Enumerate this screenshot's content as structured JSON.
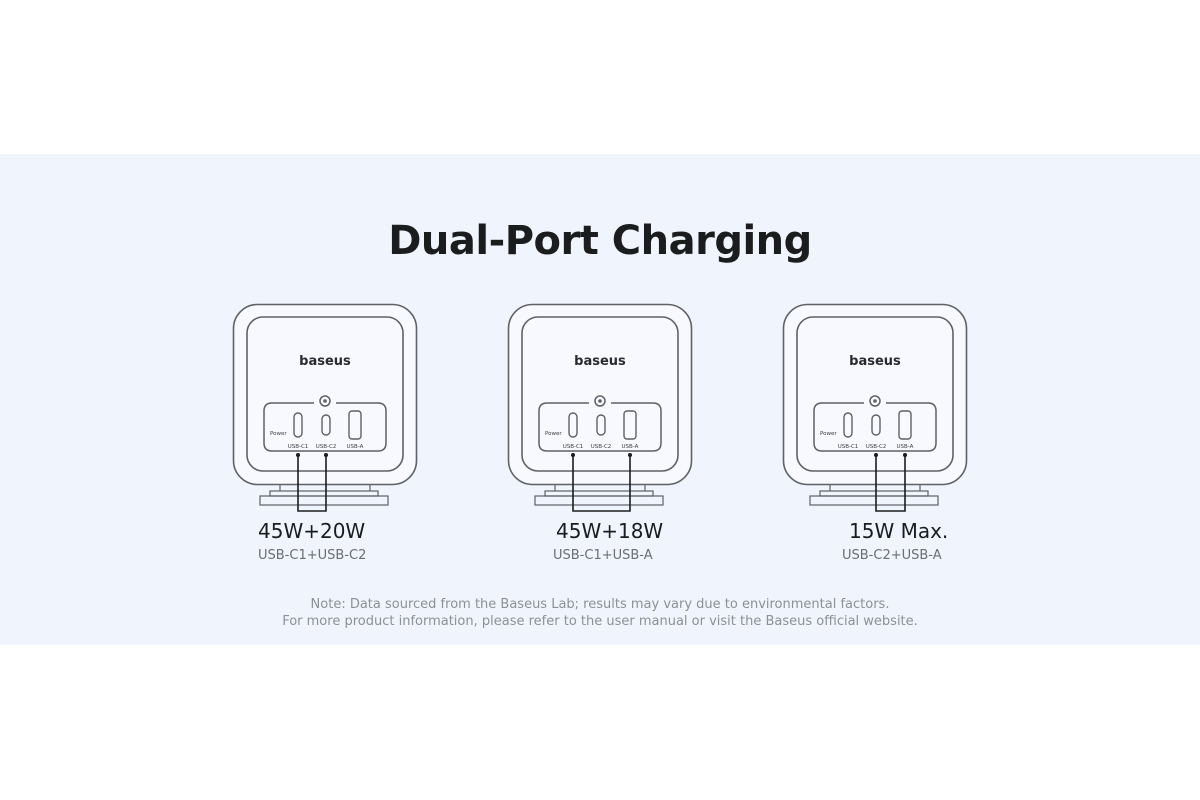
{
  "page": {
    "title": "Dual-Port Charging",
    "colors": {
      "band": "#eff4fd",
      "line": "#5f6166",
      "wire": "#1b1c1e"
    }
  },
  "devices": [
    {
      "brand": "baseus",
      "power_label": "Power",
      "port_labels": [
        "USB-C1",
        "USB-C2",
        "USB-A"
      ],
      "active_ports": [
        "USB-C1",
        "USB-C2"
      ],
      "wattage": "45W+20W",
      "combo": "USB-C1+USB-C2"
    },
    {
      "brand": "baseus",
      "power_label": "Power",
      "port_labels": [
        "USB-C1",
        "USB-C2",
        "USB-A"
      ],
      "active_ports": [
        "USB-C1",
        "USB-A"
      ],
      "wattage": "45W+18W",
      "combo": "USB-C1+USB-A"
    },
    {
      "brand": "baseus",
      "power_label": "Power",
      "port_labels": [
        "USB-C1",
        "USB-C2",
        "USB-A"
      ],
      "active_ports": [
        "USB-C2",
        "USB-A"
      ],
      "wattage": "15W Max.",
      "combo": "USB-C2+USB-A"
    }
  ],
  "note": {
    "line1": "Note: Data sourced from the Baseus Lab; results may vary due to environmental factors.",
    "line2": "For more product information, please refer to the user manual or visit the Baseus official website."
  }
}
